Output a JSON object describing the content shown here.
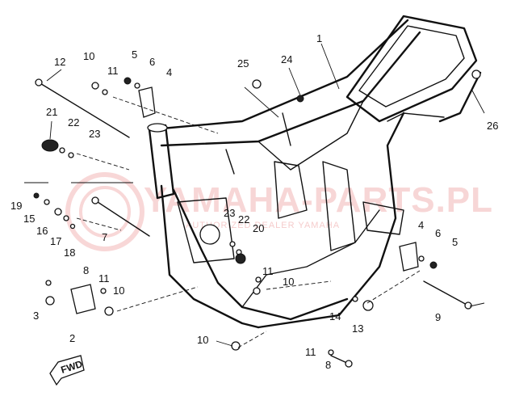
{
  "watermark": {
    "main_text": "YAMAHA-PARTS.PL",
    "sub_text": "AUTHORIZED DEALER YAMAHA",
    "color": "#f2b6b6"
  },
  "fwd_label": "FWD",
  "labels": [
    {
      "id": "1",
      "text": "1"
    },
    {
      "id": "2",
      "text": "2"
    },
    {
      "id": "3",
      "text": "3"
    },
    {
      "id": "4a",
      "text": "4"
    },
    {
      "id": "4b",
      "text": "4"
    },
    {
      "id": "5a",
      "text": "5"
    },
    {
      "id": "5b",
      "text": "5"
    },
    {
      "id": "6a",
      "text": "6"
    },
    {
      "id": "6b",
      "text": "6"
    },
    {
      "id": "7",
      "text": "7"
    },
    {
      "id": "8a",
      "text": "8"
    },
    {
      "id": "8b",
      "text": "8"
    },
    {
      "id": "9",
      "text": "9"
    },
    {
      "id": "10a",
      "text": "10"
    },
    {
      "id": "10b",
      "text": "10"
    },
    {
      "id": "10c",
      "text": "10"
    },
    {
      "id": "10d",
      "text": "10"
    },
    {
      "id": "11a",
      "text": "11"
    },
    {
      "id": "11b",
      "text": "11"
    },
    {
      "id": "11c",
      "text": "11"
    },
    {
      "id": "11d",
      "text": "11"
    },
    {
      "id": "12",
      "text": "12"
    },
    {
      "id": "13",
      "text": "13"
    },
    {
      "id": "14",
      "text": "14"
    },
    {
      "id": "15",
      "text": "15"
    },
    {
      "id": "16",
      "text": "16"
    },
    {
      "id": "17",
      "text": "17"
    },
    {
      "id": "18",
      "text": "18"
    },
    {
      "id": "19",
      "text": "19"
    },
    {
      "id": "20",
      "text": "20"
    },
    {
      "id": "21",
      "text": "21"
    },
    {
      "id": "22a",
      "text": "22"
    },
    {
      "id": "22b",
      "text": "22"
    },
    {
      "id": "23a",
      "text": "23"
    },
    {
      "id": "23b",
      "text": "23"
    },
    {
      "id": "24",
      "text": "24"
    },
    {
      "id": "25",
      "text": "25"
    },
    {
      "id": "26",
      "text": "26"
    }
  ]
}
